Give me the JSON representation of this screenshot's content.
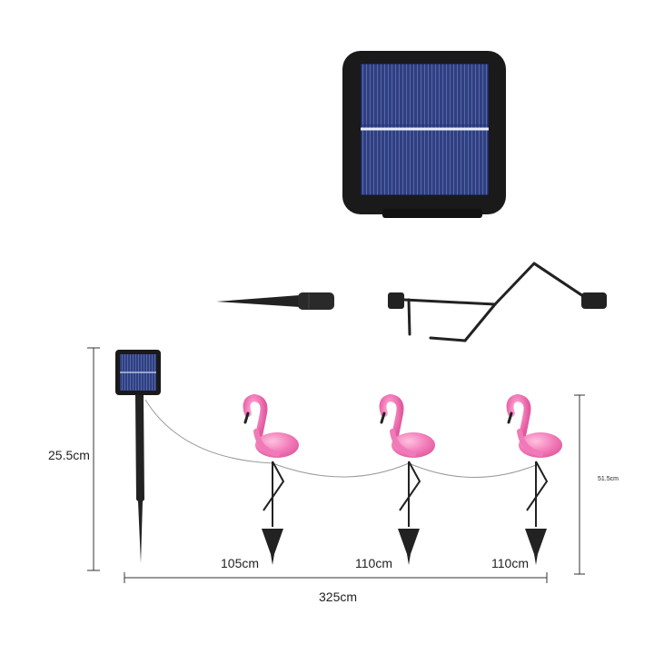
{
  "product": {
    "part_names": [
      "solar-panel",
      "ground-stake",
      "flamingo-leg-frame"
    ]
  },
  "dimensions": {
    "panel_stake_height": "25.5cm",
    "flamingo_height": "51.5cm",
    "gap_1": "105cm",
    "gap_2": "110cm",
    "gap_3": "110cm",
    "total_length": "325cm"
  },
  "colors": {
    "background": "#ffffff",
    "panel_frame": "#1a1a1a",
    "panel_cells": "#2f3f80",
    "flamingo_pink": "#f07ab8",
    "dimension_line": "#333333",
    "cable": "#999999"
  }
}
